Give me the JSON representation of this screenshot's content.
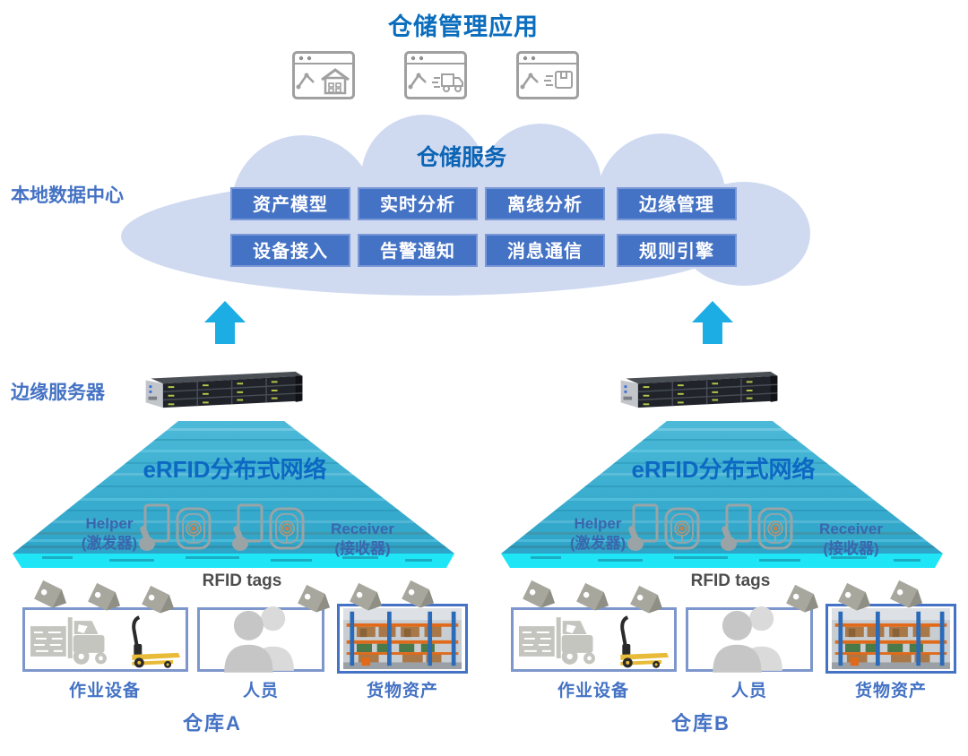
{
  "header": {
    "title": "仓储管理应用",
    "app_icons": [
      "warehouse-app-window-icon",
      "truck-app-window-icon",
      "parcel-app-window-icon"
    ]
  },
  "datacenter": {
    "side_label": "本地数据中心",
    "cloud_title": "仓储服务",
    "services": [
      "资产模型",
      "实时分析",
      "离线分析",
      "边缘管理",
      "设备接入",
      "告警通知",
      "消息通信",
      "规则引擎"
    ]
  },
  "edge": {
    "side_label": "边缘服务器"
  },
  "rfid_network": {
    "title": "eRFID分布式网络",
    "helper_name": "Helper",
    "helper_sub": "(激发器)",
    "receiver_name": "Receiver",
    "receiver_sub": "(接收器)",
    "tags_label": "RFID tags"
  },
  "warehouses": [
    {
      "name": "仓库A",
      "box_labels": [
        "作业设备",
        "人员",
        "货物资产"
      ]
    },
    {
      "name": "仓库B",
      "box_labels": [
        "作业设备",
        "人员",
        "货物资产"
      ]
    }
  ],
  "colors": {
    "title_blue": "#0a6dbd",
    "label_blue": "#4472c4",
    "service_fill": "#4472c4",
    "service_border": "#7a97d6",
    "cloud_fill": "#cfdaf1",
    "arrow_cyan": "#1cade4",
    "zone_fill_top": "#4cb9d8",
    "zone_fill_bottom": "#2da4c8",
    "zone_glow": "#1fe6f6",
    "zone_title_blue": "#0d68c3",
    "helper_text_blue": "#3a66ae",
    "rfid_tags_gray": "#4d4d4d",
    "tag_gray": "#a7a79e",
    "icon_gray": "#9aa4a6",
    "box_border": "#7d96cc",
    "photo_border": "#4472c4"
  }
}
